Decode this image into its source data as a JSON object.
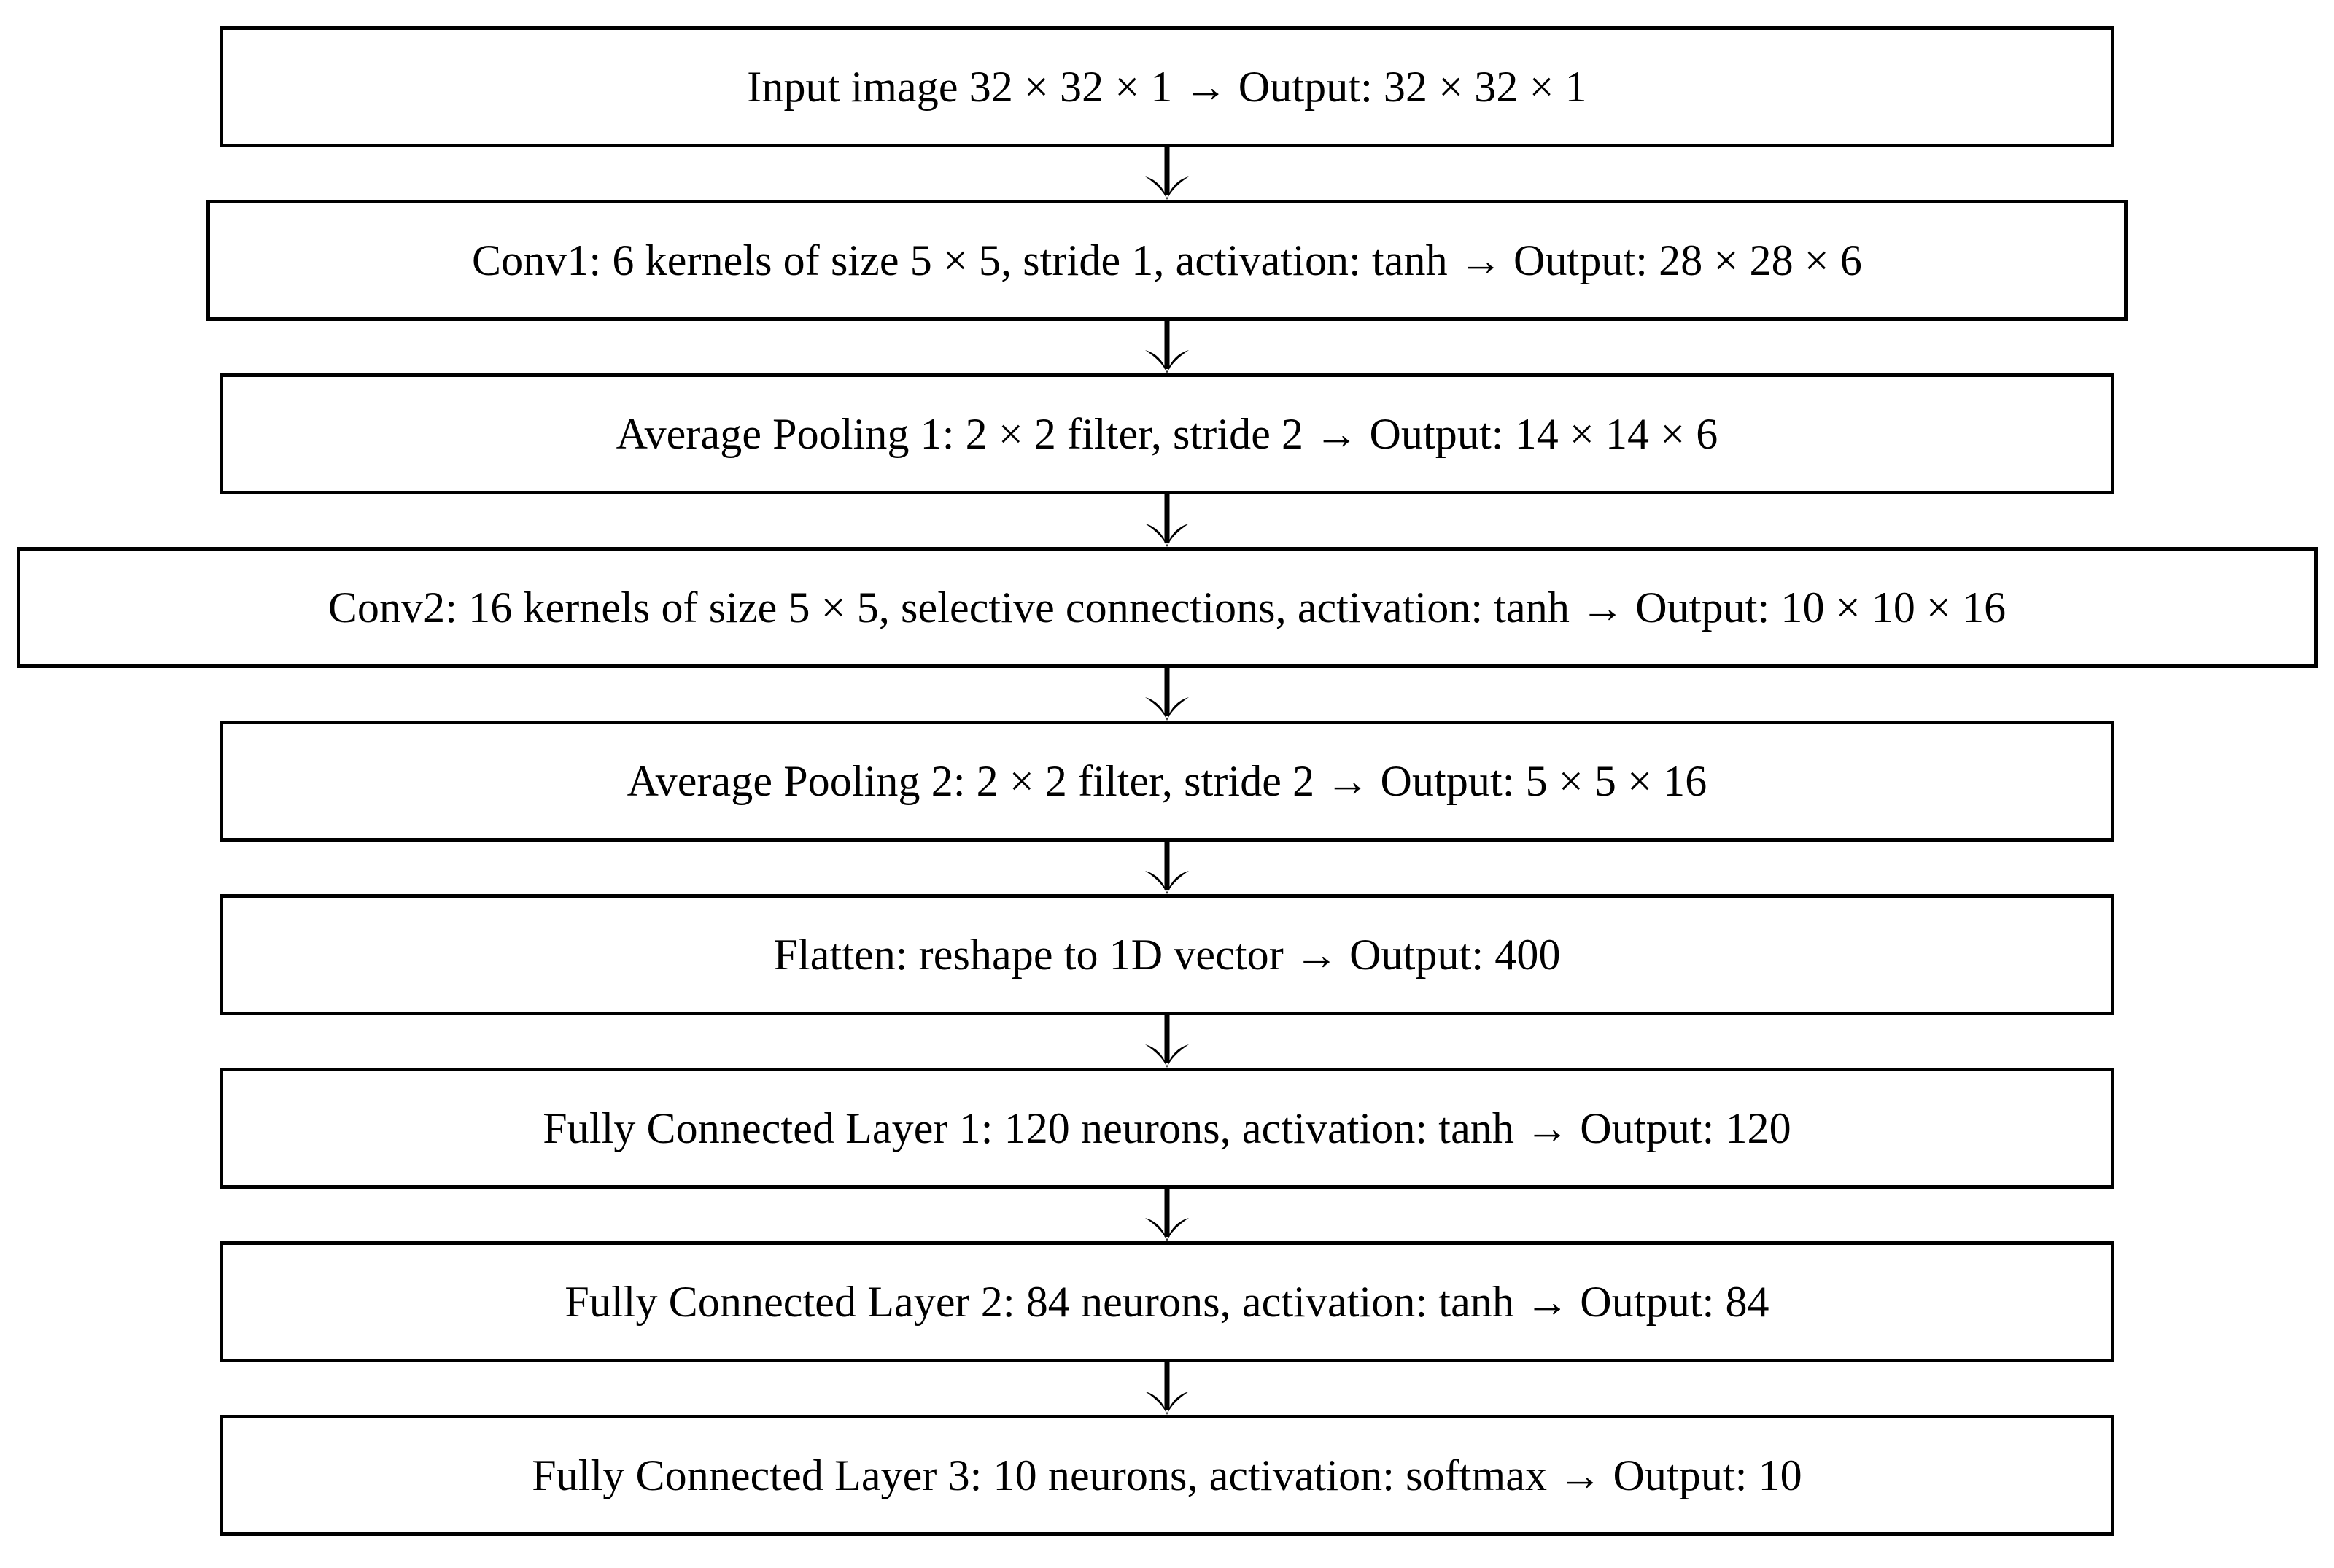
{
  "diagram": {
    "title": "LeNet-5 convolutional neural network layer pipeline",
    "orientation": "top-to-bottom",
    "connector_icon": "down-arrow-icon",
    "colors": {
      "background": "#ffffff",
      "box_border": "#000000",
      "box_fill": "#ffffff",
      "text": "#000000",
      "arrow": "#000000"
    },
    "nodes": [
      {
        "id": "input",
        "name": "input-image-layer",
        "label": "Input image 32 × 32 × 1 → Output: 32 × 32 × 1"
      },
      {
        "id": "conv1",
        "name": "conv1-layer",
        "label": "Conv1: 6 kernels of size 5 × 5, stride 1, activation: tanh → Output: 28 × 28 × 6"
      },
      {
        "id": "pool1",
        "name": "average-pooling-1-layer",
        "label": "Average Pooling 1: 2 × 2 filter, stride 2 → Output: 14 × 14 × 6"
      },
      {
        "id": "conv2",
        "name": "conv2-layer",
        "label": "Conv2: 16 kernels of size 5 × 5, selective connections, activation: tanh → Output: 10 × 10 × 16"
      },
      {
        "id": "pool2",
        "name": "average-pooling-2-layer",
        "label": "Average Pooling 2: 2 × 2 filter, stride 2 → Output: 5 × 5 × 16"
      },
      {
        "id": "flatten",
        "name": "flatten-layer",
        "label": "Flatten: reshape to 1D vector → Output: 400"
      },
      {
        "id": "fc1",
        "name": "fully-connected-layer-1",
        "label": "Fully Connected Layer 1: 120 neurons, activation: tanh → Output: 120"
      },
      {
        "id": "fc2",
        "name": "fully-connected-layer-2",
        "label": "Fully Connected Layer 2: 84 neurons, activation: tanh → Output: 84"
      },
      {
        "id": "fc3",
        "name": "fully-connected-layer-3",
        "label": "Fully Connected Layer 3: 10 neurons, activation: softmax → Output: 10"
      }
    ]
  }
}
